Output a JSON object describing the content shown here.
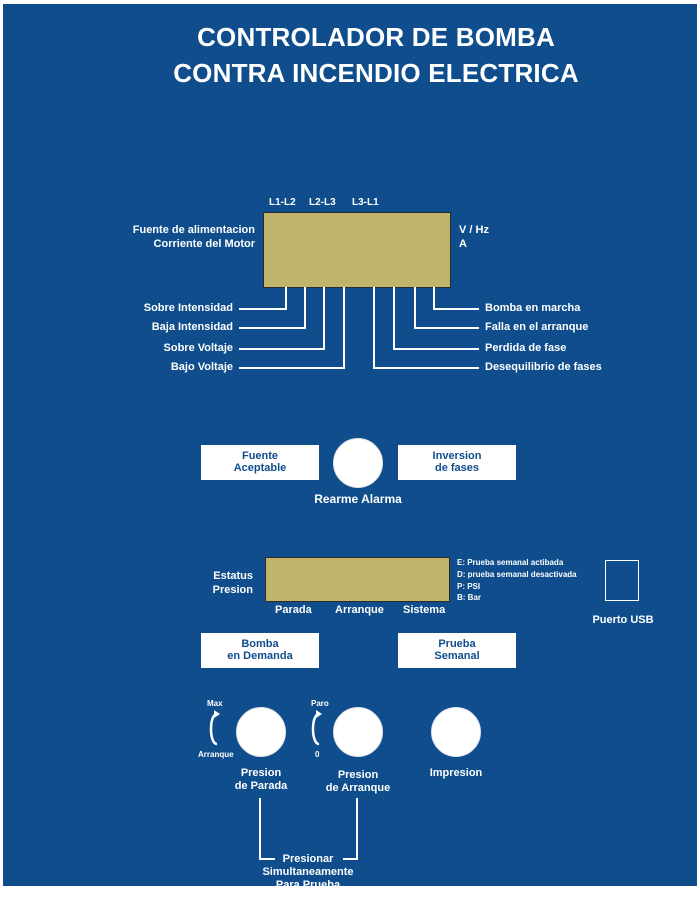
{
  "colors": {
    "panel": "#0f4d8c",
    "lcd": "#bfb46a",
    "text": "#ffffff"
  },
  "title": {
    "line1": "CONTROLADOR DE BOMBA",
    "line2": "CONTRA INCENDIO ELECTRICA"
  },
  "display1": {
    "phase_labels": [
      "L1-L2",
      "L2-L3",
      "L3-L1"
    ],
    "left_labels": [
      "Fuente de alimentacion",
      "Corriente del Motor"
    ],
    "right_labels": [
      "V / Hz",
      "A"
    ],
    "left_indicators": [
      "Sobre Intensidad",
      "Baja Intensidad",
      "Sobre Voltaje",
      "Bajo Voltaje"
    ],
    "right_indicators": [
      "Bomba en marcha",
      "Falla en el arranque",
      "Perdida de fase",
      "Desequilibrio de fases"
    ]
  },
  "alarm": {
    "left_box": [
      "Fuente",
      "Aceptable"
    ],
    "right_box": [
      "Inversion",
      "de fases"
    ],
    "reset_label": "Rearme Alarma"
  },
  "display2": {
    "left_labels": [
      "Estatus",
      "Presion"
    ],
    "bottom_labels": [
      "Parada",
      "Arranque",
      "Sistema"
    ],
    "legend": [
      "E: Prueba semanal actibada",
      "D: prueba semanal desactivada",
      "P: PSI",
      "B: Bar"
    ],
    "usb_label": "Puerto USB"
  },
  "buttons_row": {
    "left_box": [
      "Bomba",
      "en Demanda"
    ],
    "right_box": [
      "Prueba",
      "Semanal"
    ]
  },
  "knobs": {
    "k1": {
      "top": "Max",
      "bottom": "Arranque",
      "label": [
        "Presion",
        "de Parada"
      ]
    },
    "k2": {
      "top": "Paro",
      "bottom": "0",
      "label": [
        "Presion",
        "de Arranque"
      ]
    },
    "k3": {
      "label": "Impresion"
    }
  },
  "footer": [
    "Presionar",
    "Simultaneamente",
    "Para Prueba"
  ]
}
